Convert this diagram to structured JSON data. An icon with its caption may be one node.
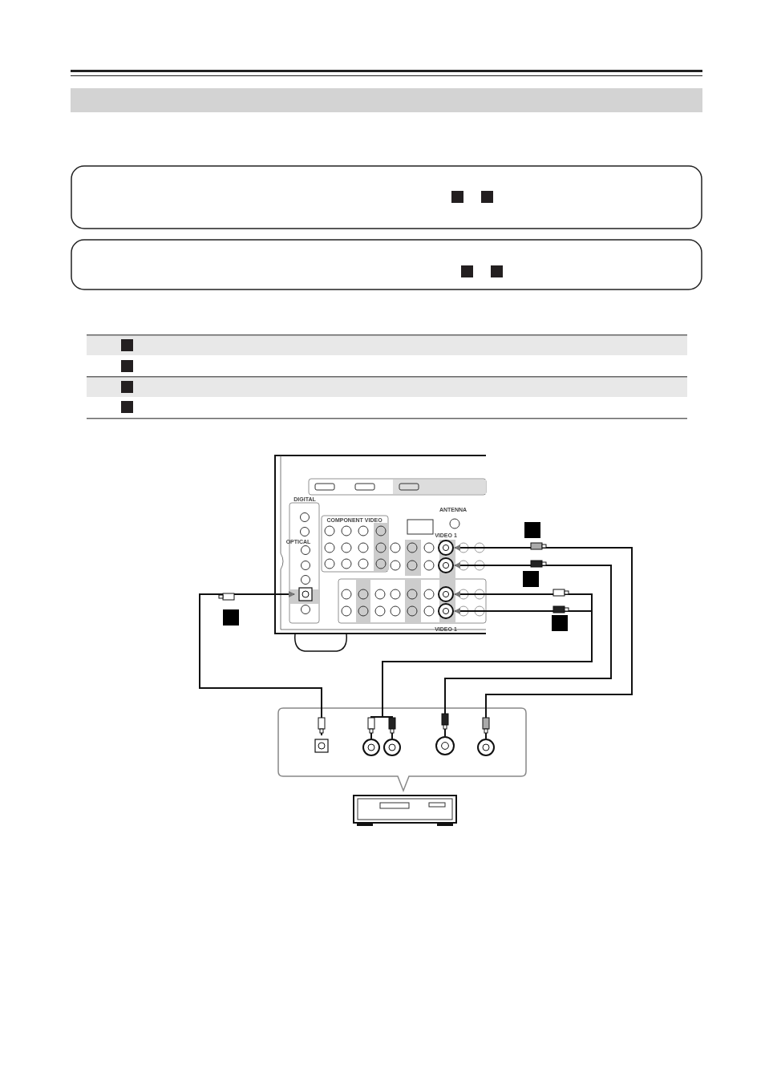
{
  "diagram": {
    "nodes": [
      {
        "text": [],
        "shape": "box"
      },
      {
        "text": [],
        "shape": "circle"
      },
      {
        "text": [],
        "shape": "circle"
      },
      {
        "text": [],
        "shape": "circle"
      },
      {
        "text": [],
        "shape": "circle"
      },
      {
        "text": [],
        "shape": "box"
      },
      {
        "text": [],
        "shape": "circle"
      },
      {
        "text": [],
        "shape": "circle"
      },
      {
        "text": [],
        "shape": "circle"
      },
      {
        "text": [],
        "shape": "circle"
      },
      {
        "text": [],
        "shape": "bar"
      }
    ],
    "edges": [
      {
        "from": 5,
        "to": 0,
        "arrow": "to"
      },
      {
        "from": 9,
        "to": 1,
        "arrow": "to"
      },
      {
        "from": 8,
        "to": 2,
        "arrow": "to"
      },
      {
        "from": 6,
        "to": 3,
        "arrow": "to"
      },
      {
        "from": 7,
        "to": 4,
        "arrow": "to"
      }
    ],
    "labels": [
      "DIGITAL",
      "OPTICAL",
      "COMPONENT VIDEO",
      "ANTENNA",
      "VIDEO 1",
      "VIDEO 1"
    ]
  }
}
